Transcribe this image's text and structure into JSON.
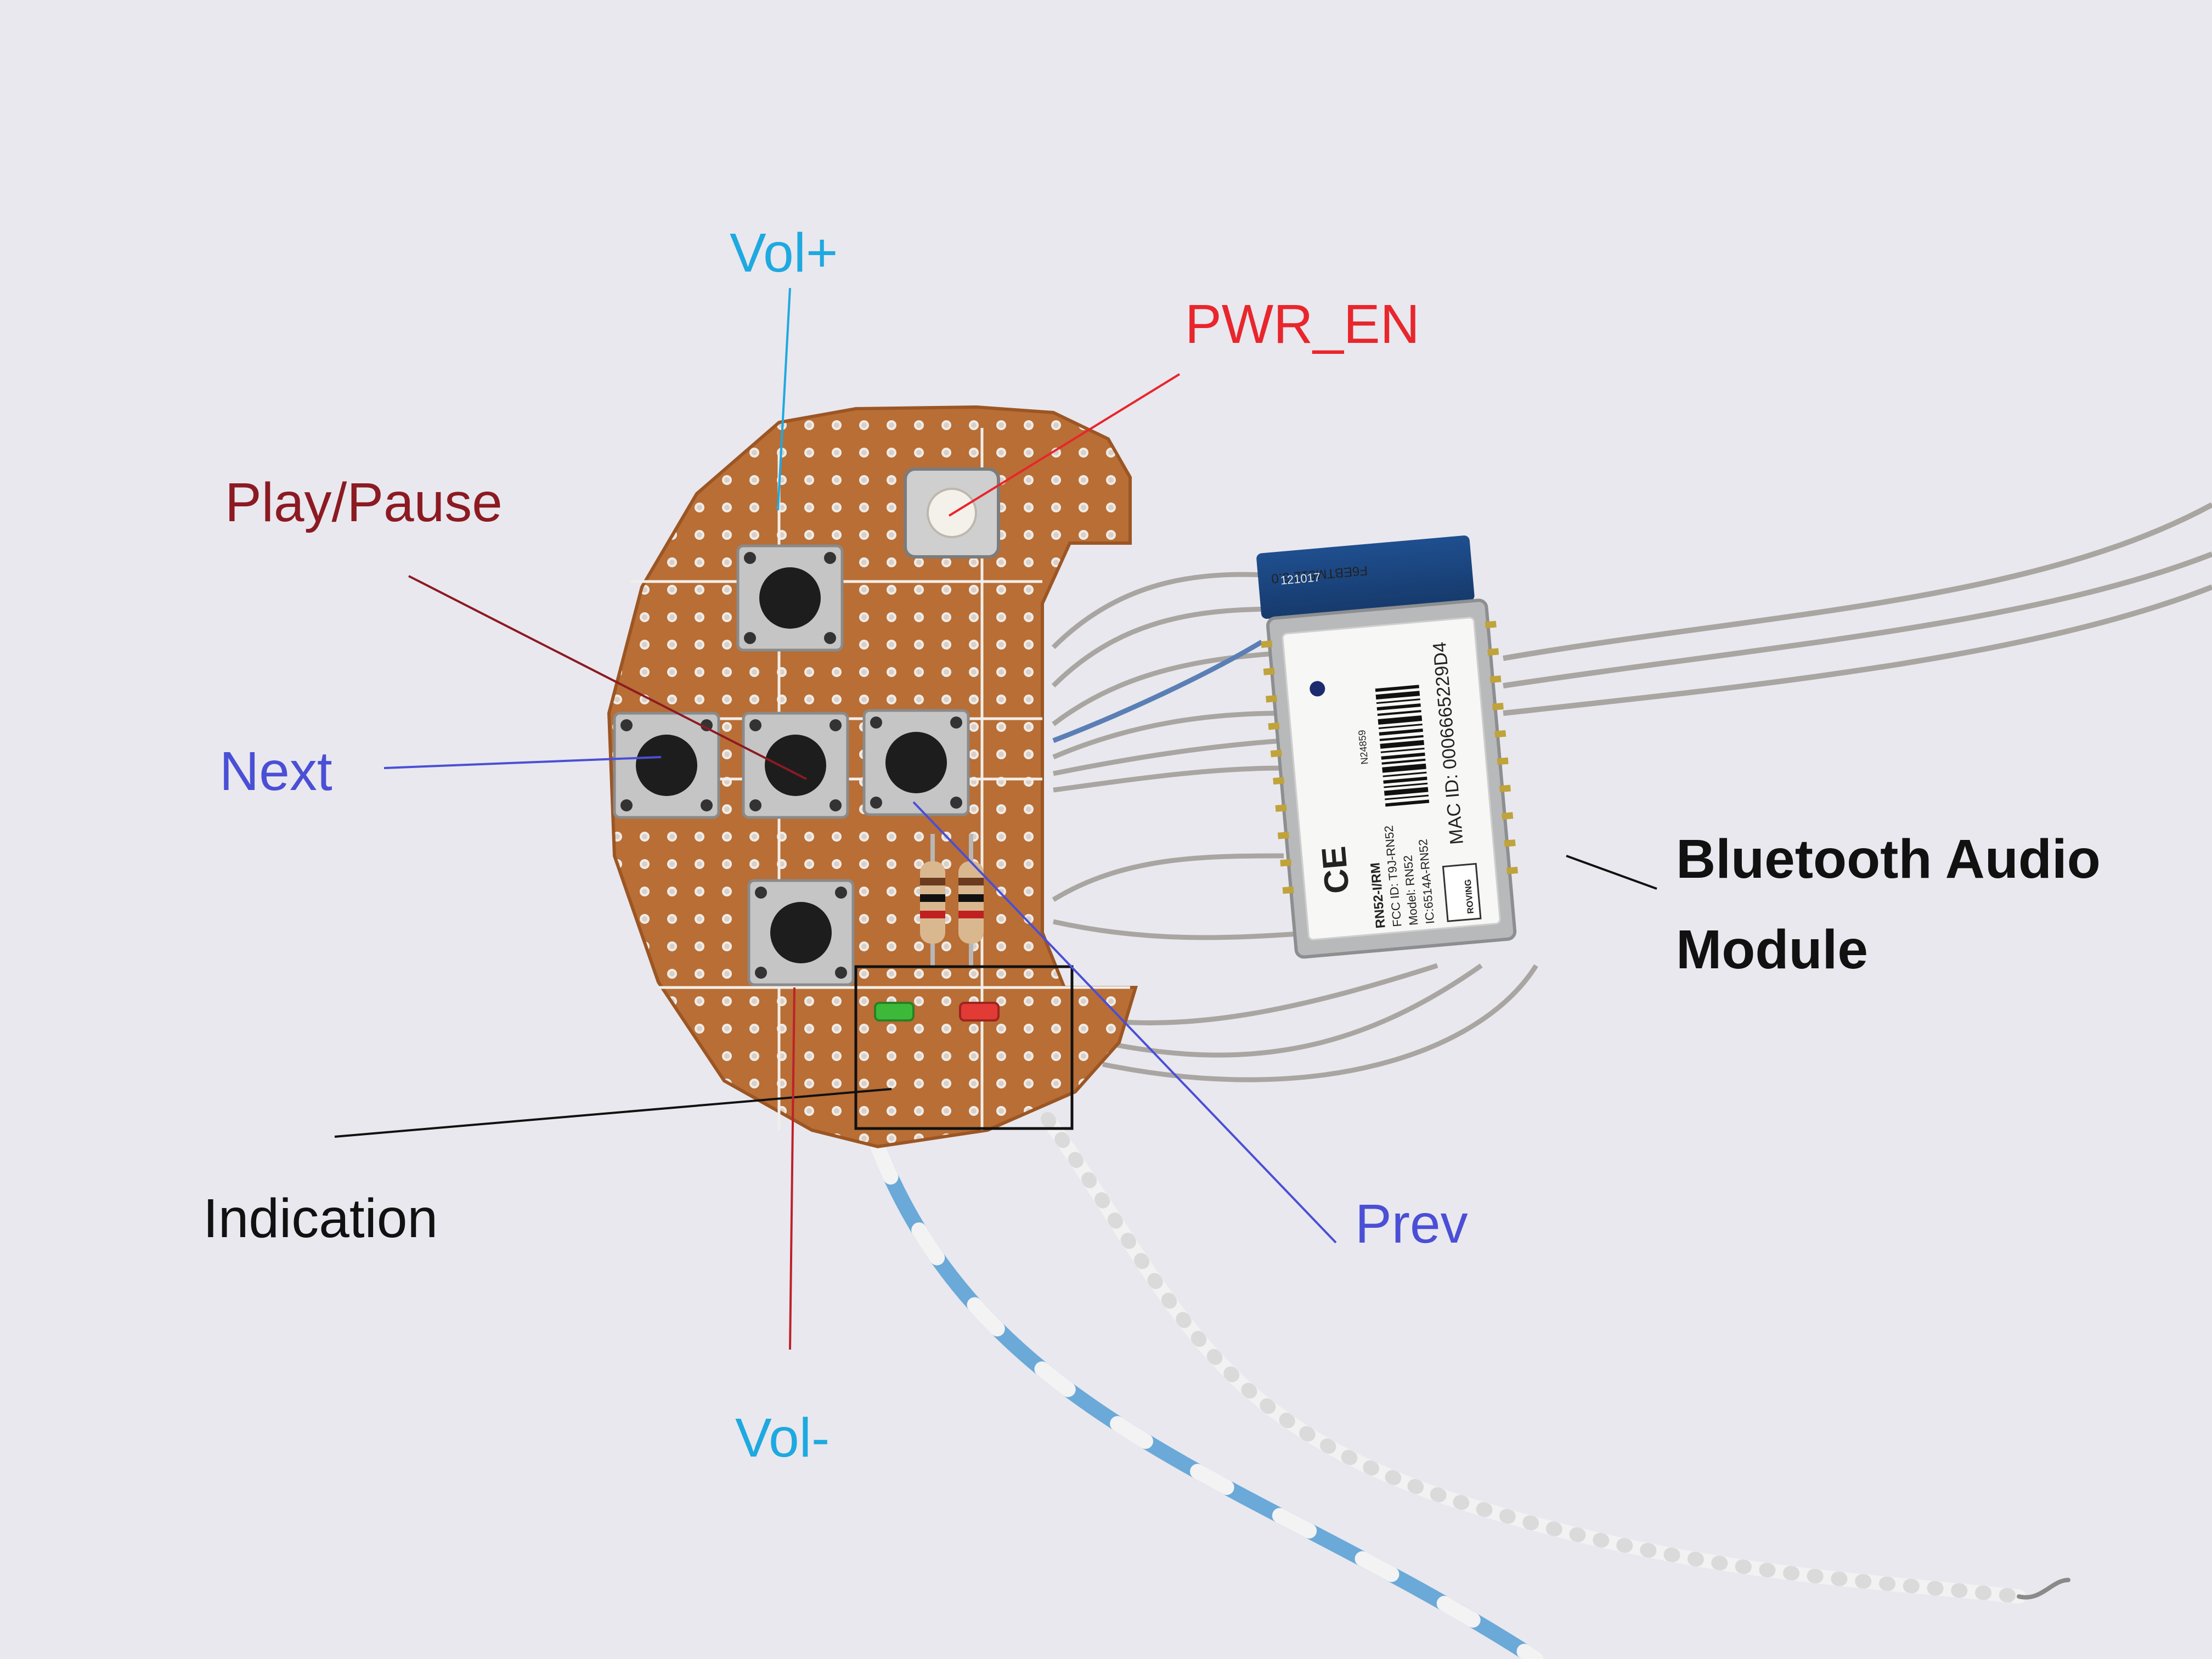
{
  "labels": {
    "vol_plus": "Vol+",
    "pwr_en": "PWR_EN",
    "play_pause": "Play/Pause",
    "next": "Next",
    "prev": "Prev",
    "indication": "Indication",
    "vol_minus": "Vol-",
    "bluetooth_line1": "Bluetooth Audio",
    "bluetooth_line2": "Module"
  },
  "module_markings": {
    "pcb_code": "F6EBTM512-3.0",
    "date_code": "121017",
    "ce_mark": "CE",
    "model_line": "RN52-I/RM",
    "fcc_line": "FCC ID: T9J-RN52",
    "model_name": "Model: RN52",
    "ic_line": "IC:6514A-RN52",
    "n_code": "N24859",
    "mac_label": "MAC ID: 0006665229D4",
    "brand": "ROVING"
  },
  "colors": {
    "background": "#e9e8ee",
    "board": "#b86e35",
    "label_cyan": "#1ea9e0",
    "label_red": "#e8262c",
    "label_darkred": "#8c1a22",
    "label_blue": "#4b4fd6",
    "label_black": "#111111",
    "led_green": "#3db93a",
    "led_red": "#e23a34"
  },
  "icons": {
    "board": "perfboard-icon",
    "button": "tactile-button-icon",
    "led": "led-icon",
    "module": "bluetooth-module-icon"
  }
}
